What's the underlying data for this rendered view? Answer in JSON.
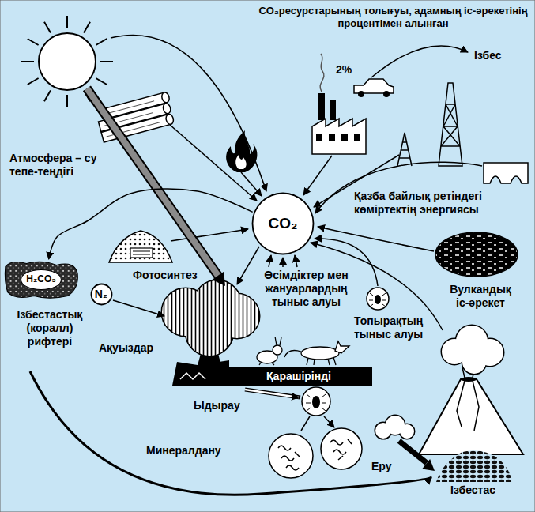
{
  "diagram": {
    "title": "CO₂ресурстарының толығуы, адамның іс-әрекетінің процентімен алынған",
    "nodes": [
      {
        "text": [
          "CO₂"
        ]
      },
      {
        "text": [
          "H₂CO₃"
        ]
      },
      {
        "text": [
          "N₂"
        ]
      },
      {
        "text": [
          "Қарашірінді"
        ]
      }
    ],
    "edges": [
      {
        "from": 0,
        "to": 1,
        "arrow": "to"
      }
    ],
    "labels": [
      "2%",
      "Ізбес",
      "Атмосфера – су тепе-теңдігі",
      "Қазба байлық ретіндегі көміртектің энергиясы",
      "Фотосинтез",
      "Өсімдіктер мен жануарлардың тыныс алуы",
      "Вулкандық іс-әрекет",
      "Топырақтың тыныс алуы",
      "Ізбестастық (коралл) рифтері",
      "Ақуыздар",
      "Ыдырау",
      "Минералдану",
      "Еру",
      "Ізбестас"
    ]
  }
}
